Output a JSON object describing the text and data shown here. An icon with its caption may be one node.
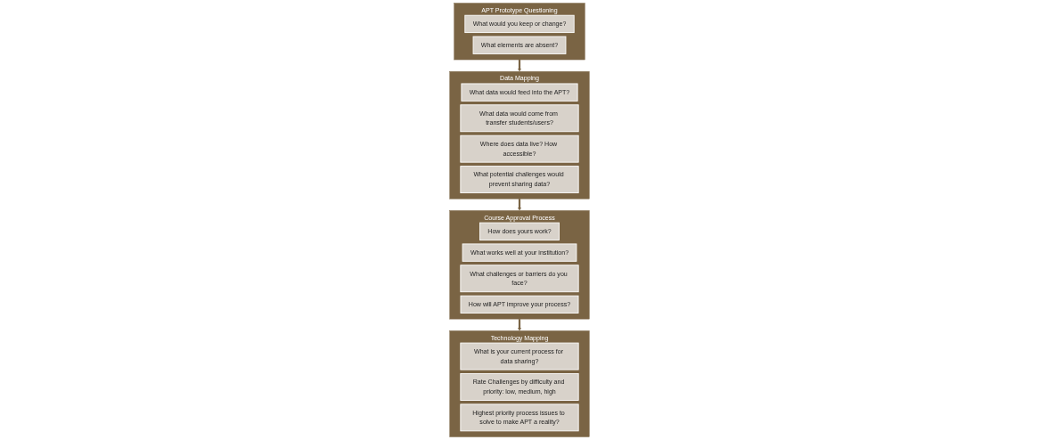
{
  "diagram": {
    "nodes": [
      {
        "text": [
          "APT Prototype Questioning"
        ]
      },
      {
        "text": [
          "What would you keep or change?"
        ],
        "in": 0
      },
      {
        "text": [
          "What elements are absent?"
        ],
        "in": 0
      },
      {
        "text": [
          "Data Mapping"
        ]
      },
      {
        "text": [
          "What data would feed into the APT?"
        ],
        "in": 3
      },
      {
        "text": [
          "What data would come from transfer students/users?"
        ],
        "in": 3
      },
      {
        "text": [
          "Where does data live? How accessible?"
        ],
        "in": 3
      },
      {
        "text": [
          "What potential challenges would prevent sharing data?"
        ],
        "in": 3
      },
      {
        "text": [
          "Course Approval Process"
        ]
      },
      {
        "text": [
          "How does yours work?"
        ],
        "in": 8
      },
      {
        "text": [
          "What works well at your institution?"
        ],
        "in": 8
      },
      {
        "text": [
          "What challenges or barriers do you face?"
        ],
        "in": 8
      },
      {
        "text": [
          "How will APT improve your process?"
        ],
        "in": 8
      },
      {
        "text": [
          "Technology Mapping"
        ]
      },
      {
        "text": [
          "What is your current process for data sharing?"
        ],
        "in": 13
      },
      {
        "text": [
          "Rate Challenges by difficulty and priority: low, medium, high"
        ],
        "in": 13
      },
      {
        "text": [
          "Highest priority process issues to solve to make APT a reality?"
        ],
        "in": 13
      }
    ],
    "edges": [
      {
        "from": 0,
        "to": 3,
        "arrow": "to"
      },
      {
        "from": 3,
        "to": 8,
        "arrow": "to"
      },
      {
        "from": 8,
        "to": 13,
        "arrow": "to"
      }
    ]
  }
}
